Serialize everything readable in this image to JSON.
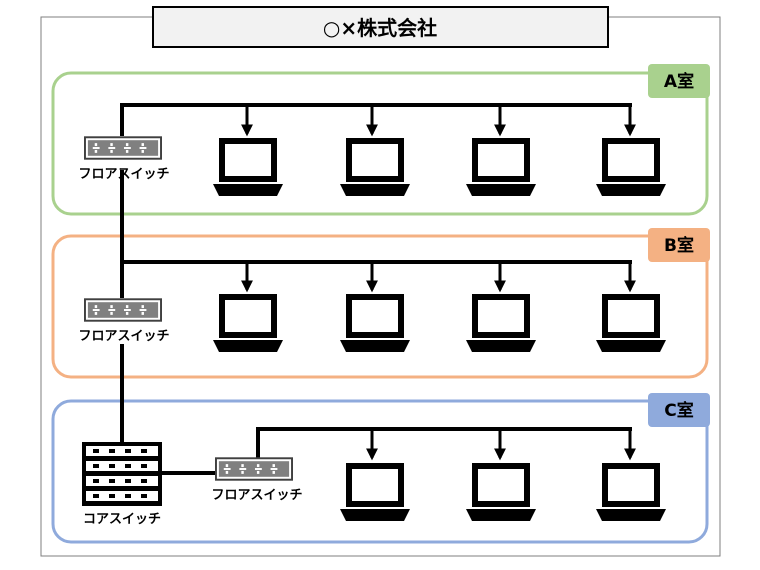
{
  "title": "○×株式会社",
  "rooms": [
    {
      "label": "A室",
      "color": "#a9d18e",
      "tag_color": "#a9d18e"
    },
    {
      "label": "B室",
      "color": "#f4b183",
      "tag_color": "#f4b183"
    },
    {
      "label": "C室",
      "color": "#8faadc",
      "tag_color": "#8faadc"
    }
  ],
  "floor_switch_label": "フロアスイッチ",
  "core_switch_label": "コアスイッチ"
}
